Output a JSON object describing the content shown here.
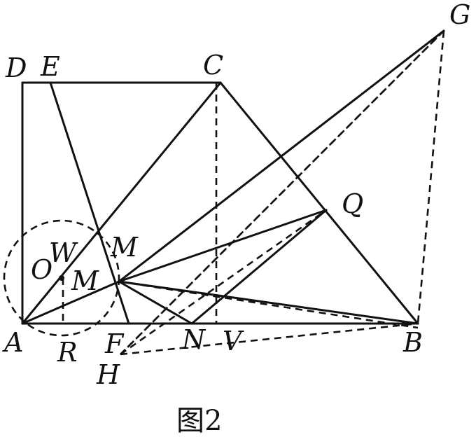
{
  "labels": {
    "A": "A",
    "B": "B",
    "C": "C",
    "D": "D",
    "E": "E",
    "F": "F",
    "G": "G",
    "H": "H",
    "M": "M",
    "M2": "M",
    "N": "N",
    "O": "O",
    "Q": "Q",
    "R": "R",
    "V": "V",
    "W": "W"
  },
  "caption": "图2"
}
